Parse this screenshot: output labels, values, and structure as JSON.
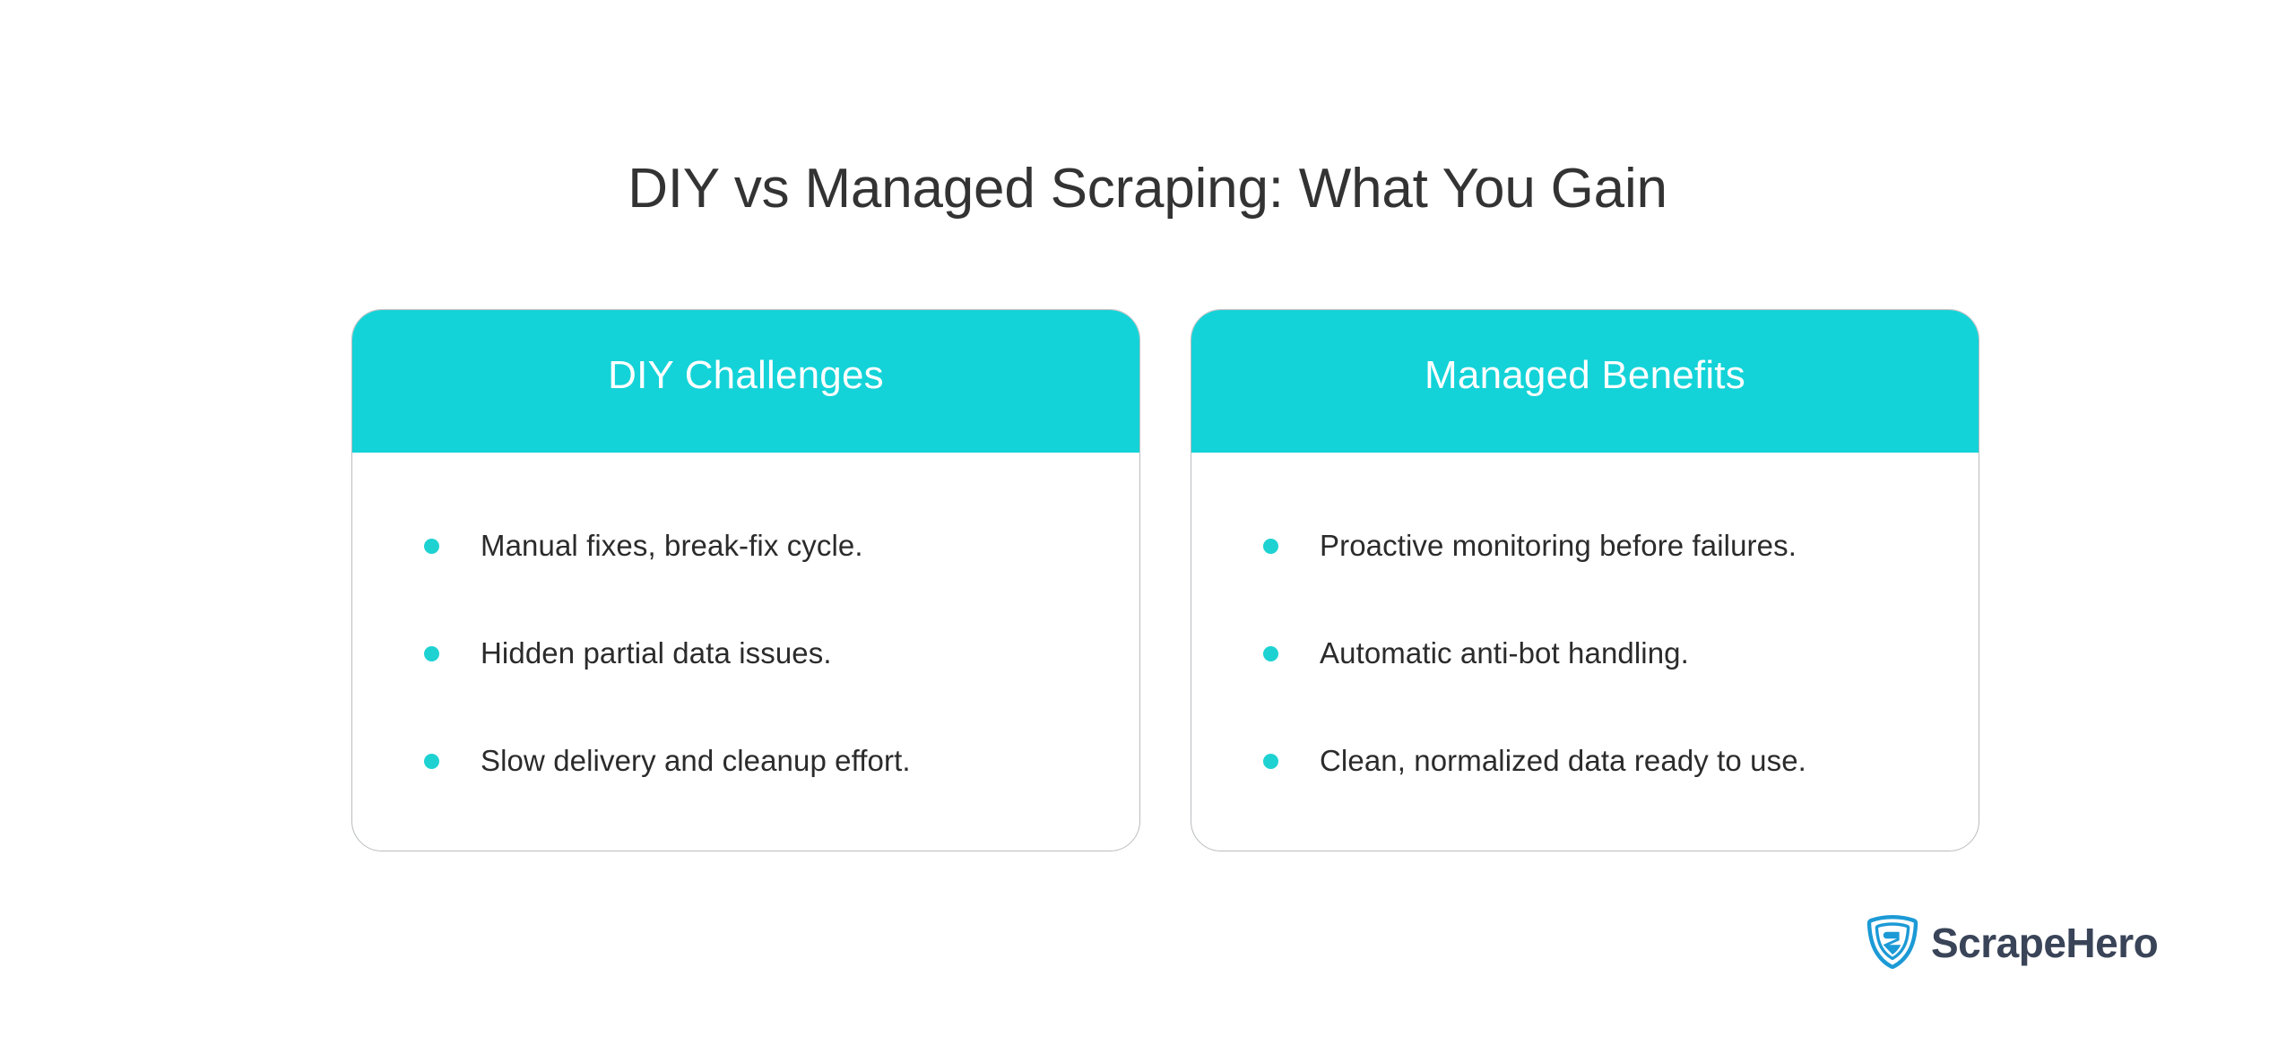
{
  "page": {
    "title": "DIY vs Managed Scraping: What You Gain",
    "background_color": "#ffffff",
    "title_color": "#333333"
  },
  "theme": {
    "accent_teal": "#13D3D8",
    "bullet_teal": "#1ED2D2",
    "card_border": "#b9bcbe",
    "body_text": "#2b2b2b",
    "header_text": "#ffffff",
    "logo_shield": "#1c9ad6",
    "logo_text": "#3a4458"
  },
  "cards": [
    {
      "header": "DIY Challenges",
      "items": [
        "Manual fixes, break-fix cycle.",
        "Hidden partial data issues.",
        "Slow delivery and cleanup effort."
      ]
    },
    {
      "header": "Managed Benefits",
      "items": [
        "Proactive monitoring before failures.",
        "Automatic anti-bot handling.",
        "Clean, normalized data ready to use."
      ]
    }
  ],
  "logo": {
    "name": "ScrapeHero",
    "mark": "shield-s-icon"
  }
}
